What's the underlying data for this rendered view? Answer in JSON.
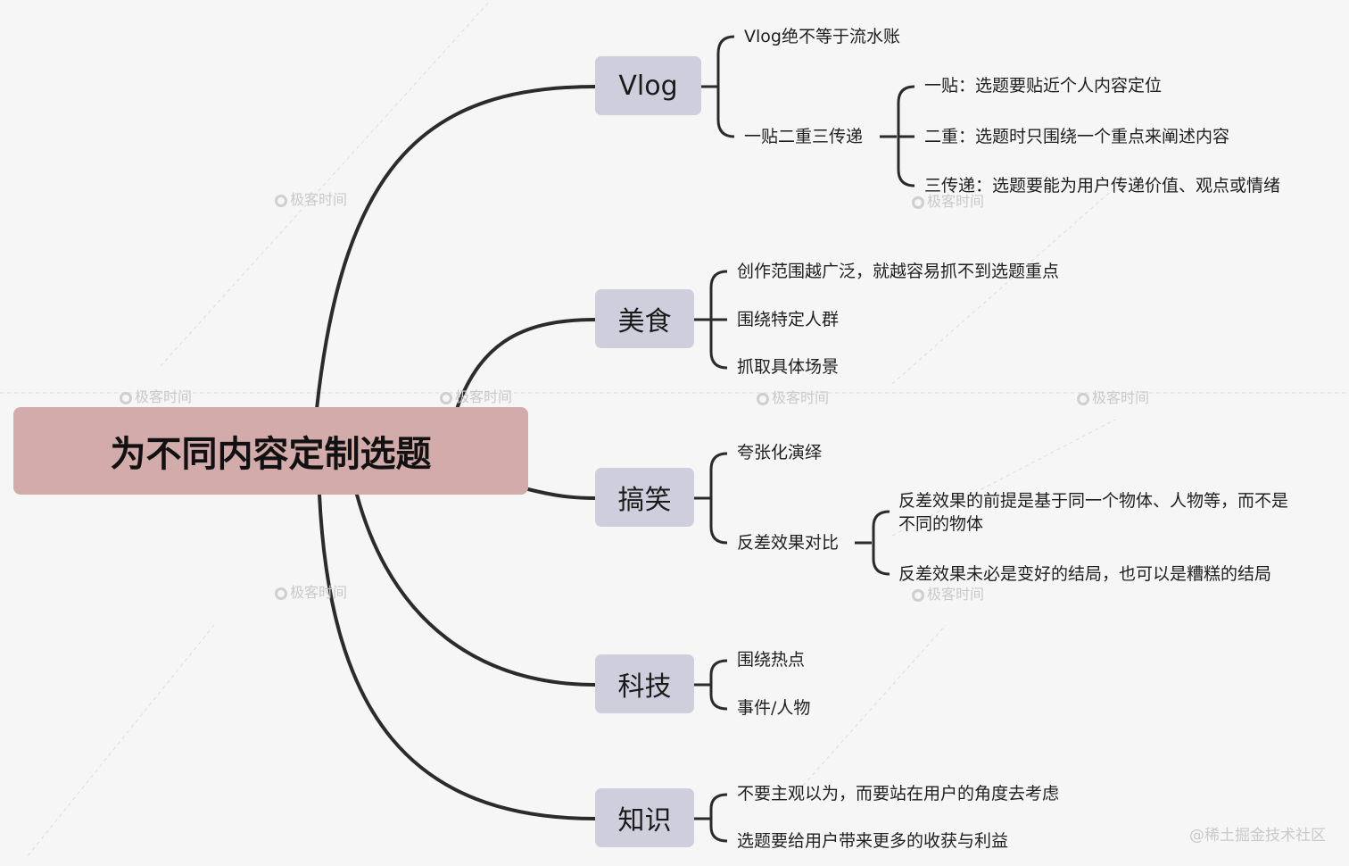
{
  "colors": {
    "root_bg": "#d3abab",
    "category_bg": "#cfcedd",
    "line": "#2a2a2a"
  },
  "root": "为不同内容定制选题",
  "categories": {
    "vlog": {
      "label": "Vlog",
      "item1": "Vlog绝不等于流水账",
      "item2": "一贴二重三传递",
      "sub": [
        "一贴：选题要贴近个人内容定位",
        "二重：选题时只围绕一个重点来阐述内容",
        "三传递：选题要能为用户传递价值、观点或情绪"
      ]
    },
    "food": {
      "label": "美食",
      "items": [
        "创作范围越广泛，就越容易抓不到选题重点",
        "围绕特定人群",
        "抓取具体场景"
      ]
    },
    "funny": {
      "label": "搞笑",
      "item1": "夸张化演绎",
      "item2": "反差效果对比",
      "sub1_line1": "反差效果的前提是基于同一个物体、人物等，而不是",
      "sub1_line2": "不同的物体",
      "sub2": "反差效果未必是变好的结局，也可以是糟糕的结局"
    },
    "tech": {
      "label": "科技",
      "items": [
        "围绕热点",
        "事件/人物"
      ]
    },
    "knowledge": {
      "label": "知识",
      "items": [
        "不要主观以为，而要站在用户的角度去考虑",
        "选题要给用户带来更多的收获与利益"
      ]
    }
  },
  "watermark": "极客时间",
  "footer": "@稀土掘金技术社区"
}
